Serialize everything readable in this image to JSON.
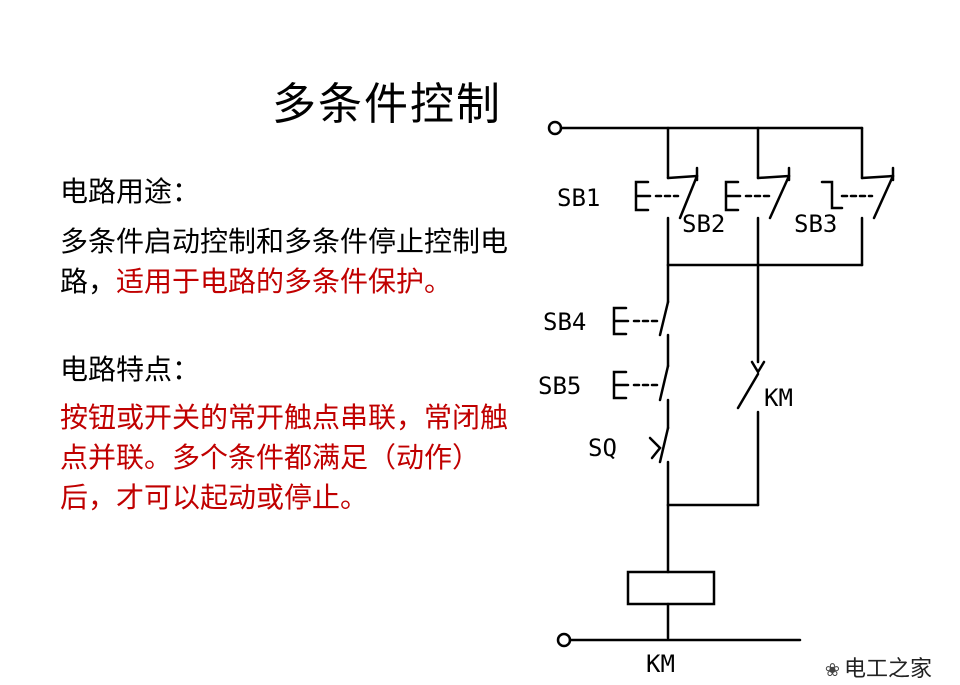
{
  "title": "多条件控制",
  "usage_heading": "电路用途：",
  "usage_text_black": "多条件启动控制和多条件停止控制电路，",
  "usage_text_red": "适用于电路的多条件保护。",
  "feature_heading": "电路特点：",
  "feature_text": "按钮或开关的常开触点串联，常闭触点并联。多个条件都满足（动作）后，才可以起动或停止。",
  "diagram_labels": {
    "sb1": "SB1",
    "sb2": "SB2",
    "sb3": "SB3",
    "sb4": "SB4",
    "sb5": "SB5",
    "sq": "SQ",
    "km_contact": "KM",
    "km_coil": "KM"
  },
  "watermark": "电工之家",
  "colors": {
    "red_text": "#c00000",
    "black_text": "#000000"
  }
}
